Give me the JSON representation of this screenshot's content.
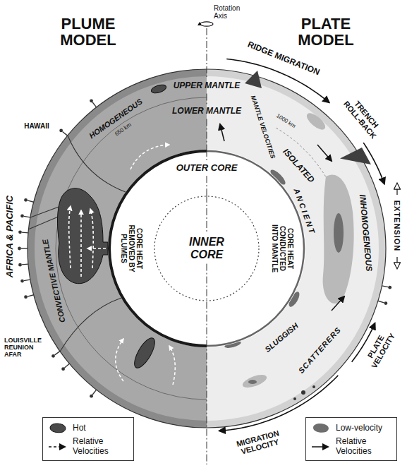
{
  "diagram": {
    "nodes": [
      {
        "text": [
          "OUTER CORE",
          "CORE HEAT REMOVED BY PLUMES",
          "CORE HEAT CONDUCTED INTO MANTLE"
        ]
      },
      {
        "text": [
          "INNER CORE"
        ],
        "in": 0
      }
    ],
    "labels": [
      "Rotation Axis",
      "PLUME MODEL",
      "PLATE MODEL",
      "UPPER MANTLE",
      "LOWER MANTLE",
      "HOMOGENEOUS",
      "650 km",
      "HAWAII",
      "AFRICA & PACIFIC",
      "CONVECTIVE MANTLE",
      "LOUISVILLE REUNION AFAR",
      "RIDGE MIGRATION",
      "TRENCH ROLL-BACK",
      "MANTLE VELOCITIES",
      "1000 km",
      "ISOLATED",
      "ANCIENT",
      "INHOMOGENEOUS",
      "EXTENSION",
      "SLUGGISH",
      "SCATTERERS",
      "PLATE VELOCITY",
      "MIGRATION VELOCITY"
    ],
    "legend": [
      {
        "text": "Hot",
        "color": "#4a4a4a"
      },
      {
        "text": "Relative Velocities"
      },
      {
        "text": "Low-velocity",
        "color": "#6e6e6e"
      },
      {
        "text": "Relative Velocities"
      }
    ]
  }
}
